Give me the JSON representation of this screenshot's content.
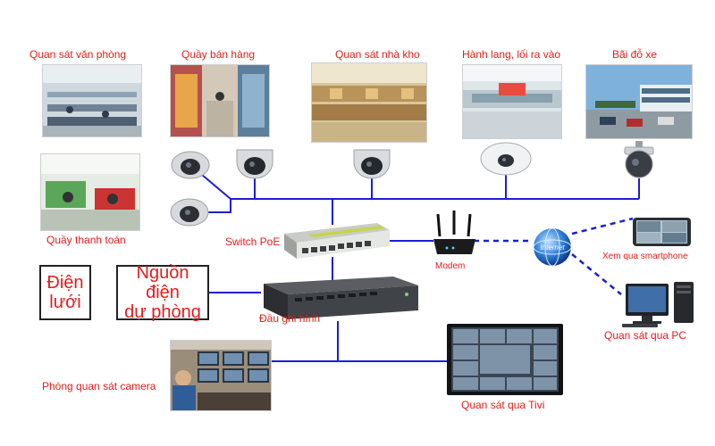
{
  "labels": {
    "office": "Quan sát văn phòng",
    "sales_counter": "Quầy bán hàng",
    "warehouse": "Quan sát nhà kho",
    "corridor": "Hành lang, lối ra vào",
    "parking": "Bãi đỗ xe",
    "checkout": "Quầy thanh toán",
    "switch": "Switch PoE",
    "modem": "Modem",
    "recorder": "Đầu ghi hình",
    "smartphone": "Xem qua smartphone",
    "pc": "Quan sát qua PC",
    "control_room": "Phòng quan sát camera",
    "tv": "Quan sát qua Tivi",
    "internet": "Internet"
  },
  "power": {
    "grid_line1": "Điện",
    "grid_line2": "lưới",
    "backup_line1": "Nguồn điện",
    "backup_line2": "dự phòng"
  },
  "colors": {
    "label_red": "#e21c1c",
    "line_blue": "#1a1fd6"
  }
}
